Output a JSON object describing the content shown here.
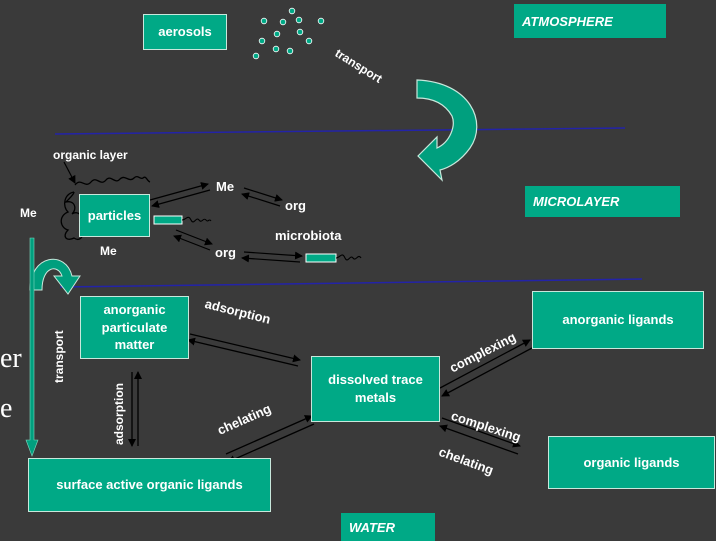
{
  "regions": {
    "atmosphere": "ATMOSPHERE",
    "microlayer": "MICROLAYER",
    "water": "WATER"
  },
  "boxes": {
    "aerosols": "aerosols",
    "particles": "particles",
    "anorganic_particulate_matter": "anorganic particulate matter",
    "dissolved_trace_metals": "dissolved trace metals",
    "anorganic_ligands": "anorganic ligands",
    "organic_ligands": "organic ligands",
    "surface_active_organic_ligands": "surface active organic ligands"
  },
  "labels": {
    "transport_top": "transport",
    "organic_layer": "organic layer",
    "me_top": "Me",
    "org_right": "org",
    "me_left": "Me",
    "me_bottom": "Me",
    "org_bottom": "org",
    "microbiota": "microbiota",
    "transport_side": "transport",
    "adsorption_top": "adsorption",
    "adsorption_vertical": "adsorption",
    "chelating_left": "chelating",
    "complexing_top": "complexing",
    "complexing_bottom": "complexing",
    "chelating_bottom": "chelating"
  },
  "background_fragments": {
    "er": "er",
    "e": "e"
  },
  "colors": {
    "background": "#3a3a3a",
    "box_fill": "#00a986",
    "text": "#ffffff",
    "boundary_line": "#2323a8",
    "arrow_fill": "#009f7e"
  }
}
